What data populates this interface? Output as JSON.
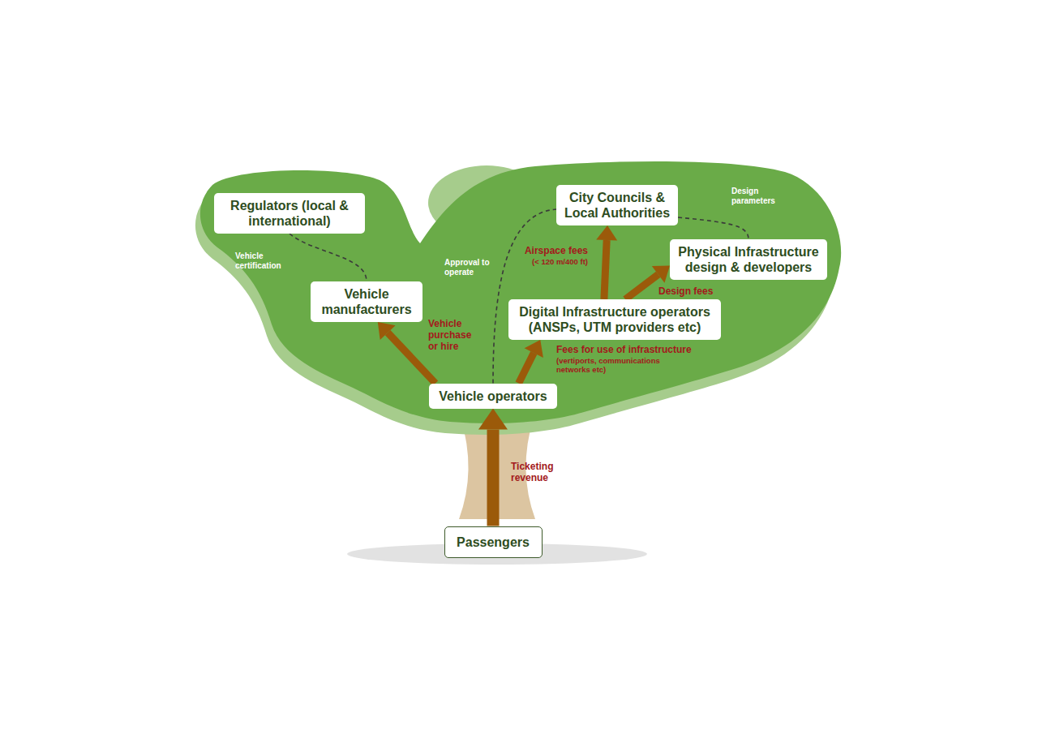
{
  "diagram": {
    "nodes": [
      {
        "text": [
          "Regulators (local & international)"
        ]
      },
      {
        "text": [
          "City Councils & Local Authorities"
        ]
      },
      {
        "text": [
          "Physical Infrastructure design & developers"
        ]
      },
      {
        "text": [
          "Vehicle manufacturers"
        ]
      },
      {
        "text": [
          "Digital Infrastructure operators (ANSPs, UTM providers etc)"
        ]
      },
      {
        "text": [
          "Vehicle operators"
        ]
      },
      {
        "text": [
          "Passengers"
        ]
      }
    ],
    "edges": [
      {
        "from": 0,
        "to": 3,
        "label": "Vehicle certification",
        "arrow": "none"
      },
      {
        "from": 1,
        "to": 2,
        "label": "Design parameters",
        "arrow": "none"
      },
      {
        "from": 5,
        "to": 1,
        "label": "Approval to operate",
        "arrow": "none"
      },
      {
        "from": 5,
        "to": 3,
        "label": "Vehicle purchase or hire",
        "arrow": "to"
      },
      {
        "from": 5,
        "to": 4,
        "label": "Fees for use of infrastructure",
        "arrow": "to"
      },
      {
        "from": 4,
        "to": 1,
        "label": "Airspace fees",
        "arrow": "to"
      },
      {
        "from": 4,
        "to": 2,
        "label": "Design fees",
        "arrow": "to"
      },
      {
        "from": 6,
        "to": 5,
        "label": "Ticketing revenue",
        "arrow": "to"
      }
    ],
    "labels": [
      "(< 120 m/400 ft)",
      "(vertiports, communications networks etc)"
    ]
  }
}
